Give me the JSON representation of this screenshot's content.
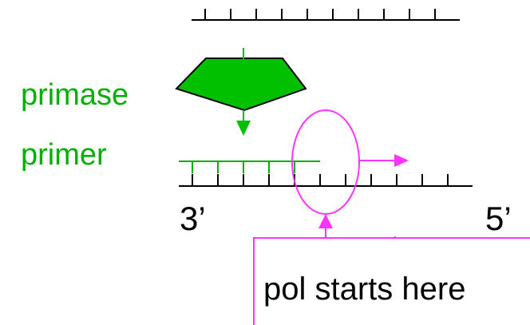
{
  "labels": {
    "primase": "primase",
    "primer": "primer",
    "end_3": "3’",
    "end_5": "5’",
    "callout": "pol starts here"
  },
  "colors": {
    "strand": "#000000",
    "primase": "#00c000",
    "primer": "#00b000",
    "pol": "#ff33ff"
  }
}
